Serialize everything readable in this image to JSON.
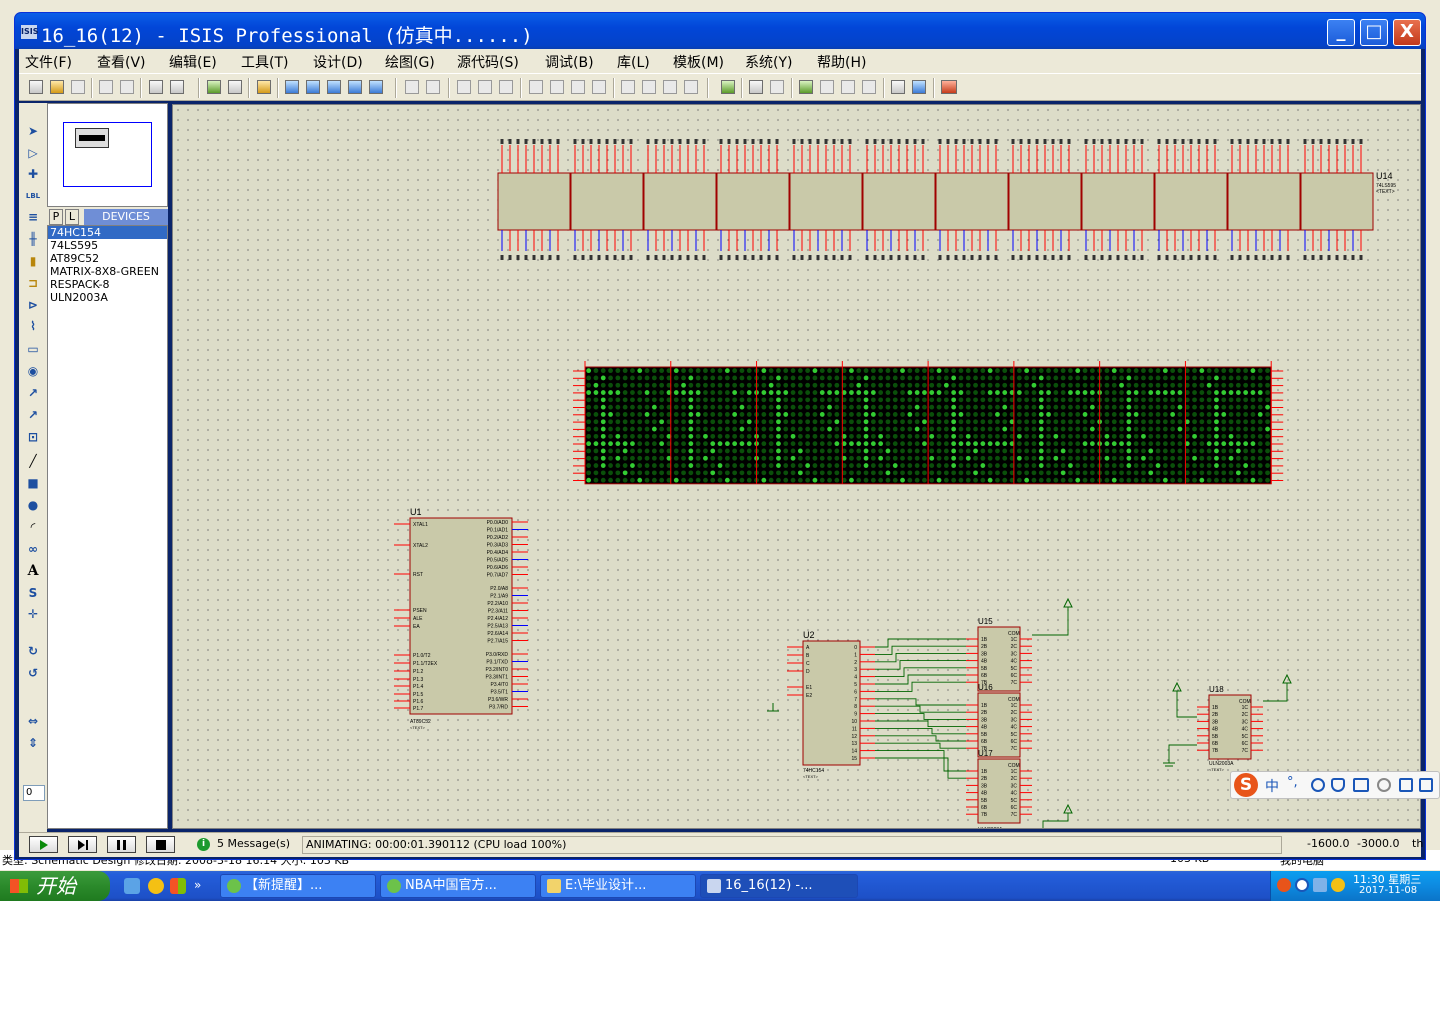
{
  "window": {
    "title": "16_16(12) - ISIS Professional (仿真中......)",
    "icon_label": "ISIS"
  },
  "caption_buttons": {
    "minimize": "_",
    "maximize": "□",
    "close": "X"
  },
  "menu": [
    "文件(F)",
    "查看(V)",
    "编辑(E)",
    "工具(T)",
    "设计(D)",
    "绘图(G)",
    "源代码(S)",
    "调试(B)",
    "库(L)",
    "模板(M)",
    "系统(Y)",
    "帮助(H)"
  ],
  "panel": {
    "tab_p": "P",
    "tab_l": "L",
    "devices_header": "DEVICES",
    "devices": [
      "74HC154",
      "74LS595",
      "AT89C52",
      "MATRIX-8X8-GREEN",
      "RESPACK-8",
      "ULN2003A"
    ],
    "selected_index": 0
  },
  "tools": {
    "zoom_value": "0"
  },
  "schematic": {
    "u14_label": "U14",
    "u14_type": "74LS595",
    "u1_label": "U1",
    "u1_type": "AT89C52",
    "u2_label": "U2",
    "u2_type": "74HC154",
    "u15_label": "U15",
    "u16_label": "U16",
    "u17_label": "U17",
    "u18_label": "U18",
    "uln_type": "ULN2003A",
    "text_placeholder": "<TEXT>",
    "com_label": "COM",
    "u1_left_pins": [
      "XTAL1",
      "XTAL2",
      "RST",
      "PSEN",
      "ALE",
      "EA",
      "P1.0/T2",
      "P1.1/T2EX",
      "P1.2",
      "P1.3",
      "P1.4",
      "P1.5",
      "P1.6",
      "P1.7"
    ],
    "u1_right_pins": [
      "P0.0/AD0",
      "P0.1/AD1",
      "P0.2/AD2",
      "P0.3/AD3",
      "P0.4/AD4",
      "P0.5/AD5",
      "P0.6/AD6",
      "P0.7/AD7",
      "P2.0/A8",
      "P2.1/A9",
      "P2.2/A10",
      "P2.3/A11",
      "P2.4/A12",
      "P2.5/A13",
      "P2.6/A14",
      "P2.7/A15",
      "P3.0/RXD",
      "P3.1/TXD",
      "P3.2/INT0",
      "P3.3/INT1",
      "P3.4/T0",
      "P3.5/T1",
      "P3.6/WR",
      "P3.7/RD"
    ],
    "u2_left_pins": [
      "A",
      "B",
      "C",
      "D",
      "E1",
      "E2"
    ],
    "u2_right_pins": [
      "0",
      "1",
      "2",
      "3",
      "4",
      "5",
      "6",
      "7",
      "8",
      "9",
      "10",
      "11",
      "12",
      "13",
      "14",
      "15"
    ],
    "uln_in_pins": [
      "1B",
      "2B",
      "3B",
      "4B",
      "5B",
      "6B",
      "7B"
    ],
    "uln_out_pins": [
      "1C",
      "2C",
      "3C",
      "4C",
      "5C",
      "6C",
      "7C"
    ]
  },
  "status": {
    "messages": "5 Message(s)",
    "message_icon": "i",
    "animation": "ANIMATING: 00:00:01.390112 (CPU load 100%)",
    "coord_x": "-1600.0",
    "coord_y": "-3000.0",
    "units": "th"
  },
  "ime": {
    "logo": "S",
    "mode": "中",
    "punct": "°,"
  },
  "behind": {
    "left": "类型: Schematic Design 修改日期: 2008-3-18 16:14 大小: 103 KB",
    "middle": "103 KB",
    "right": "我的电脑"
  },
  "taskbar": {
    "start": "开始",
    "tasks": [
      "【新提醒】...",
      "NBA中国官方...",
      "E:\\毕业设计...",
      "16_16(12) -..."
    ],
    "active_index": 3,
    "clock_time": "11:30 星期三",
    "clock_date": "2017-11-08"
  },
  "colors": {
    "titlebar": "#0246d8",
    "canvas": "#dcdcc8",
    "component_body": "#c9c9a9",
    "component_outline": "#a00000",
    "wire": "#006400",
    "led_on": "#33cc33",
    "led_off": "#0a4f0a",
    "pin_red": "#ff0000",
    "pin_blue": "#0000ff"
  }
}
